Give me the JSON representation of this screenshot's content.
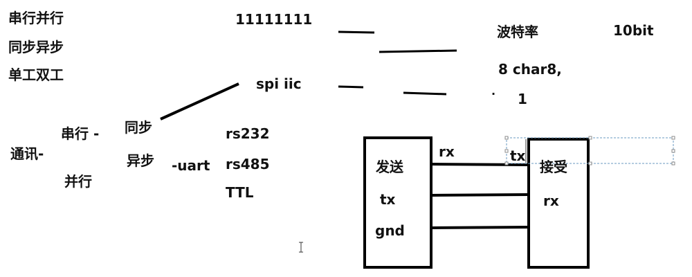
{
  "notes": {
    "line1": "串行并行",
    "line2": "同步异步",
    "line3": "单工双工",
    "bits": "11111111",
    "baud": "波特率",
    "bits10": "10bit",
    "char8": "8 char8,",
    "one": "1",
    "dot": "·",
    "spi": "spi iic"
  },
  "tree": {
    "comm": "通讯-",
    "serial": "串行 -",
    "parallel": "并行",
    "sync": "同步",
    "async": "异步",
    "uart": "-uart",
    "rs232": "rs232",
    "rs485": "rs485",
    "ttl": "TTL"
  },
  "diagram": {
    "sender": "发送",
    "sender_tx": "tx",
    "sender_gnd": "gnd",
    "wire_rx": "rx",
    "receiver_tx": "tx",
    "receiver": "接受",
    "receiver_rx": "rx"
  }
}
